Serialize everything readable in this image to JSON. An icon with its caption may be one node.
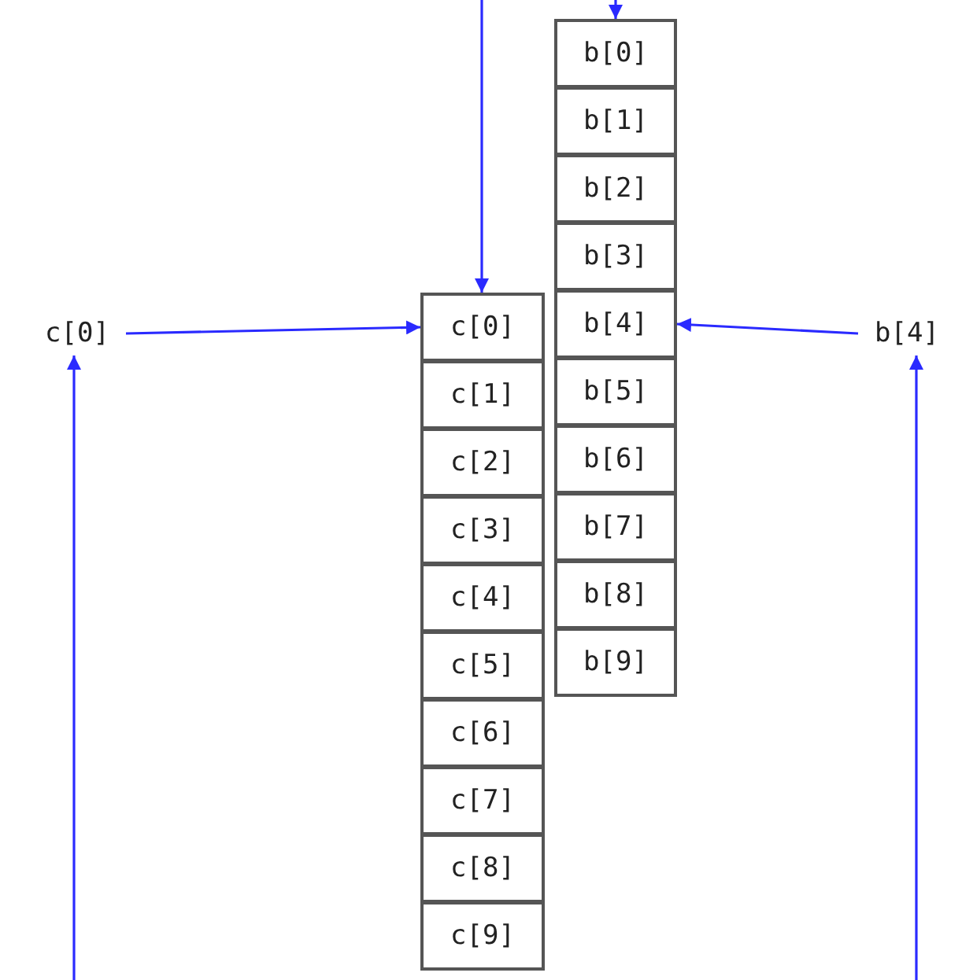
{
  "diagram": {
    "nodes": [
      {
        "text": [
          "c[0]"
        ]
      },
      {
        "text": [
          "c[0]"
        ]
      },
      {
        "text": [
          "c[1]"
        ]
      },
      {
        "text": [
          "c[2]"
        ]
      },
      {
        "text": [
          "c[3]"
        ]
      },
      {
        "text": [
          "c[4]"
        ]
      },
      {
        "text": [
          "c[5]"
        ]
      },
      {
        "text": [
          "c[6]"
        ]
      },
      {
        "text": [
          "c[7]"
        ]
      },
      {
        "text": [
          "c[8]"
        ]
      },
      {
        "text": [
          "c[9]"
        ]
      },
      {
        "text": [
          "b[0]"
        ]
      },
      {
        "text": [
          "b[1]"
        ]
      },
      {
        "text": [
          "b[2]"
        ]
      },
      {
        "text": [
          "b[3]"
        ]
      },
      {
        "text": [
          "b[4]"
        ]
      },
      {
        "text": [
          "b[5]"
        ]
      },
      {
        "text": [
          "b[6]"
        ]
      },
      {
        "text": [
          "b[7]"
        ]
      },
      {
        "text": [
          "b[8]"
        ]
      },
      {
        "text": [
          "b[9]"
        ]
      },
      {
        "text": [
          "b[4]"
        ]
      }
    ],
    "edges": [
      {
        "from": null,
        "to": 1,
        "arrow": "to"
      },
      {
        "from": null,
        "to": 11,
        "arrow": "to"
      },
      {
        "from": 0,
        "to": 1,
        "arrow": "to"
      },
      {
        "from": 21,
        "to": 15,
        "arrow": "to"
      },
      {
        "from": null,
        "to": 0,
        "arrow": "to"
      },
      {
        "from": null,
        "to": 21,
        "arrow": "to"
      }
    ]
  }
}
